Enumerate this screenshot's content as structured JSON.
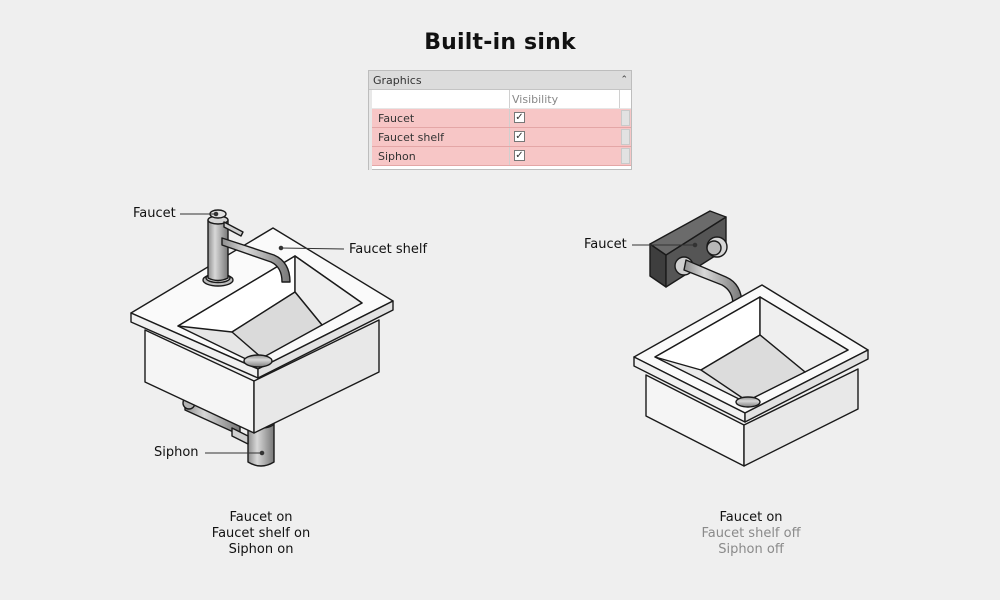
{
  "title": "Built-in sink",
  "panel": {
    "header": "Graphics",
    "collapse_icon": "chevron-double-up-icon",
    "column_header": "Visibility",
    "rows": [
      {
        "name": "Faucet",
        "checked": true
      },
      {
        "name": "Faucet shelf",
        "checked": true
      },
      {
        "name": "Siphon",
        "checked": true
      }
    ],
    "highlight_color": "#f7c6c6"
  },
  "left_sink": {
    "labels": {
      "faucet": "Faucet",
      "faucet_shelf": "Faucet shelf",
      "siphon": "Siphon"
    },
    "caption": [
      "Faucet on",
      "Faucet shelf on",
      "Siphon on"
    ]
  },
  "right_sink": {
    "labels": {
      "faucet": "Faucet"
    },
    "caption": [
      "Faucet on",
      "Faucet shelf off",
      "Siphon off"
    ]
  }
}
